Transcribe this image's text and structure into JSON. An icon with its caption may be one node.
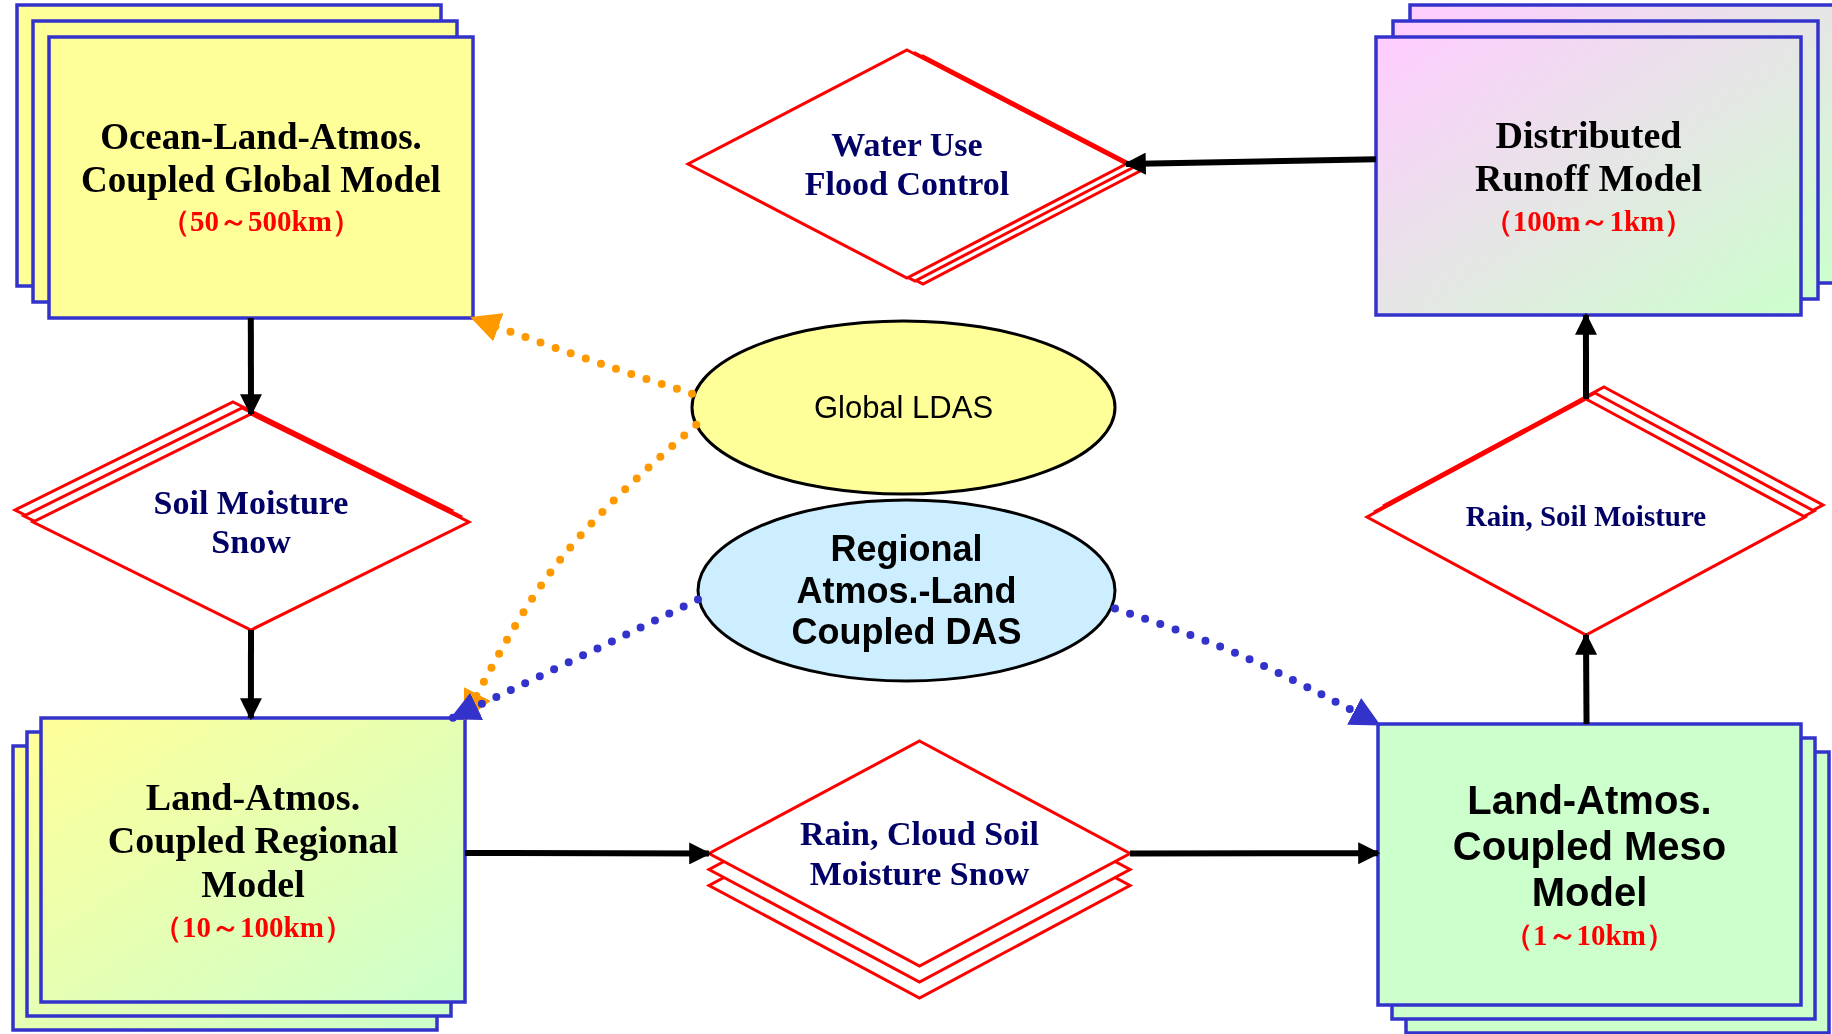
{
  "diagram": {
    "nodes": [
      {
        "text": [
          "Ocean-Land-Atmos. Coupled Global Model",
          "（50～500km）"
        ]
      },
      {
        "text": [
          "Water Use Flood Control"
        ]
      },
      {
        "text": [
          "Distributed Runoff Model",
          "（100m～1km）"
        ]
      },
      {
        "text": [
          "Soil Moisture Snow"
        ]
      },
      {
        "text": [
          "Global LDAS"
        ]
      },
      {
        "text": [
          "Rain, Soil Moisture"
        ]
      },
      {
        "text": [
          "Regional Atmos.-Land Coupled DAS"
        ]
      },
      {
        "text": [
          "Land-Atmos. Coupled Regional Model",
          "（10～100km）"
        ]
      },
      {
        "text": [
          "Rain, Cloud Soil Moisture Snow"
        ]
      },
      {
        "text": [
          "Land-Atmos. Coupled Meso Model",
          "（1～10km）"
        ]
      }
    ],
    "edges": [
      {
        "from": 0,
        "to": 3,
        "arrow": "to"
      },
      {
        "from": 3,
        "to": 7,
        "arrow": "to"
      },
      {
        "from": 7,
        "to": 8,
        "arrow": "to"
      },
      {
        "from": 8,
        "to": 9,
        "arrow": "to"
      },
      {
        "from": 9,
        "to": 5,
        "arrow": "to"
      },
      {
        "from": 5,
        "to": 2,
        "arrow": "to"
      },
      {
        "from": 2,
        "to": 1,
        "arrow": "to"
      },
      {
        "from": 4,
        "to": 0,
        "arrow": "to",
        "style": "dashed",
        "color": "#ff9900"
      },
      {
        "from": 4,
        "to": 7,
        "arrow": "to",
        "style": "dashed",
        "color": "#ff9900"
      },
      {
        "from": 6,
        "to": 7,
        "arrow": "to",
        "style": "dashed",
        "color": "#3333cc"
      },
      {
        "from": 6,
        "to": 9,
        "arrow": "to",
        "style": "dashed",
        "color": "#3333cc"
      }
    ]
  }
}
